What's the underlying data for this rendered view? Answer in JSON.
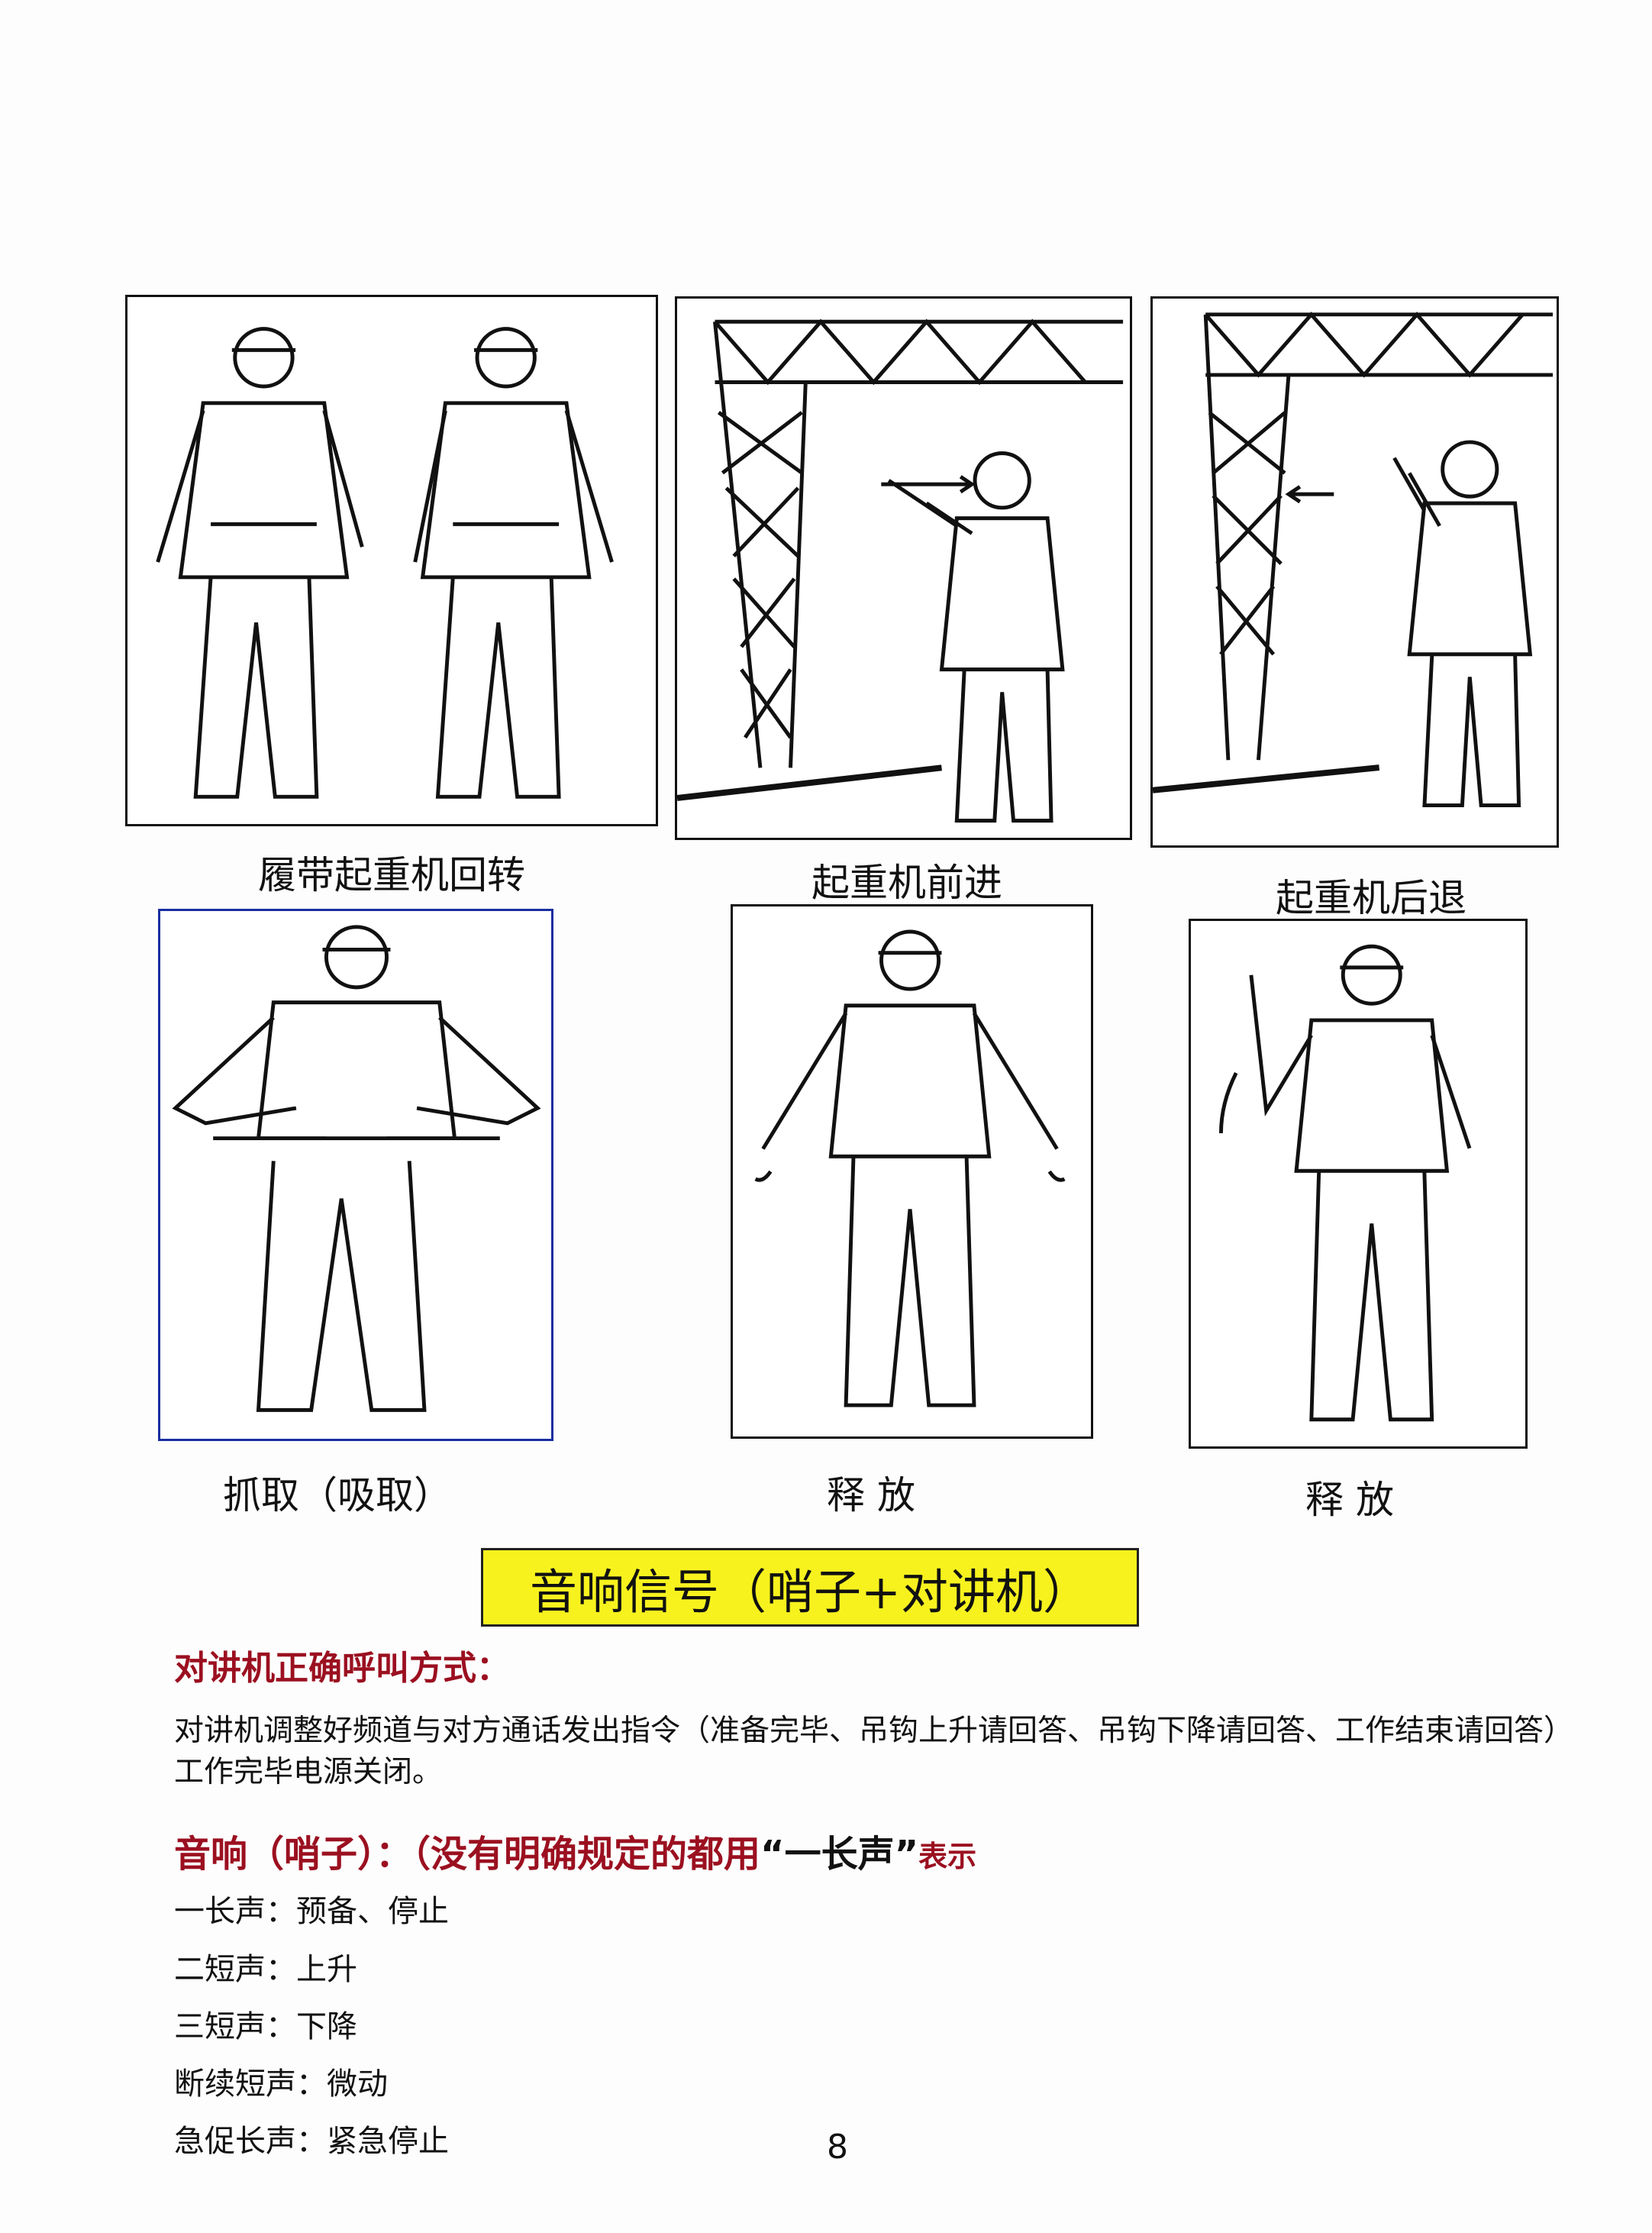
{
  "figures": [
    {
      "caption": "履带起重机回转"
    },
    {
      "caption": "起重机前进"
    },
    {
      "caption": "起重机后退"
    },
    {
      "caption": "抓取（吸取）"
    },
    {
      "caption": "释  放"
    },
    {
      "caption": "释  放"
    }
  ],
  "banner": "音响信号（哨子+对讲机）",
  "radio": {
    "heading": "对讲机正确呼叫方式：",
    "text": "对讲机调整好频道与对方通话发出指令（准备完毕、吊钩上升请回答、吊钩下降请回答、工作结束请回答）工作完毕电源关闭。"
  },
  "whistle": {
    "heading_prefix": "音响（哨子）：（没有明确规定的都用",
    "heading_quote": "“一长声”",
    "heading_suffix": "表示",
    "items": [
      "一长声：预备、停止",
      "二短声：上升",
      "三短声：下降",
      "断续短声：微动",
      "急促长声：紧急停止"
    ]
  },
  "page_number": "8",
  "colors": {
    "banner": "#f7f21e",
    "heading_red": "#9b1020",
    "panel_blue_border": "#1a2fa0"
  }
}
